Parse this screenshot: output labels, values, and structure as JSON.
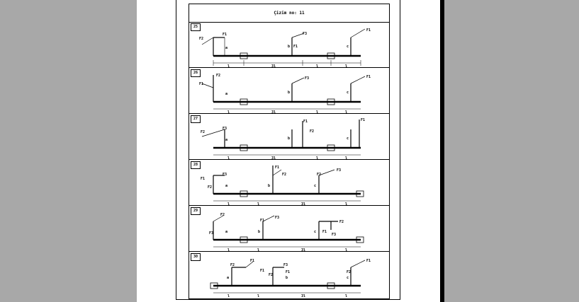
{
  "sheet": {
    "title": "Çizim no: 11"
  },
  "panels": [
    {
      "number": "25"
    },
    {
      "number": "26"
    },
    {
      "number": "27"
    },
    {
      "number": "28"
    },
    {
      "number": "29"
    },
    {
      "number": "30"
    }
  ],
  "labels": {
    "force_1": "F1",
    "force_2": "F2",
    "force_3": "F3",
    "height_a": "a",
    "height_b": "b",
    "height_c": "c",
    "span_l": "l",
    "span_3l": "3l"
  }
}
